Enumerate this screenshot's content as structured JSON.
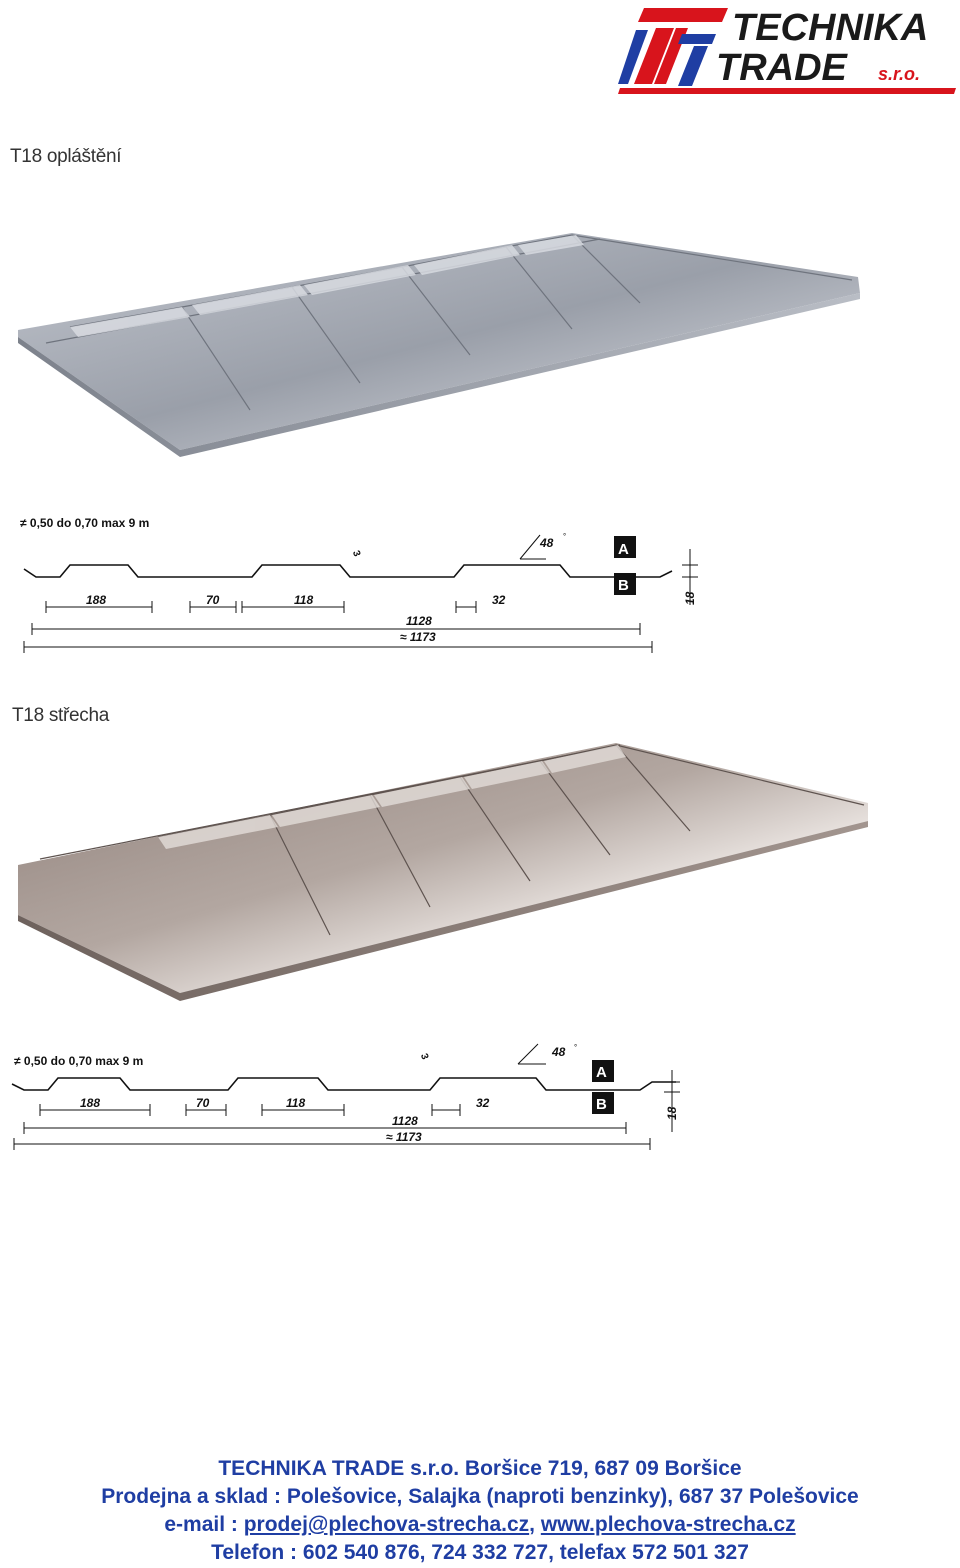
{
  "logo": {
    "line1": "TECHNIKA",
    "line2": "TRADE",
    "suffix": "s.r.o.",
    "colors": {
      "red": "#d8141c",
      "blue": "#1f3ea3",
      "dark": "#1a1a1a"
    }
  },
  "products": [
    {
      "title": "T18 opláštění",
      "spec": "≠ 0,50 do 0,70 max 9 m",
      "dims": {
        "rib_pitch": "188",
        "top": "70",
        "bottom": "118",
        "edge": "32",
        "covering": "1128",
        "total": "≈ 1173",
        "height": "18",
        "angle": "48",
        "radius": "3",
        "side_a": "A",
        "side_b": "B"
      },
      "sheet_color": "#9ea3ae"
    },
    {
      "title": "T18 střecha",
      "spec": "≠ 0,50 do 0,70   max 9 m",
      "dims": {
        "rib_pitch": "188",
        "top": "70",
        "bottom": "118",
        "edge": "32",
        "covering": "1128",
        "total": "≈ 1173",
        "height": "18",
        "angle": "48",
        "radius": "3",
        "side_a": "A",
        "side_b": "B"
      },
      "sheet_color": "#9c8f89"
    }
  ],
  "footer": {
    "line1": "TECHNIKA TRADE s.r.o. Boršice 719, 687 09 Boršice",
    "line2": "Prodejna a sklad : Polešovice, Salajka (naproti benzinky), 687 37 Polešovice",
    "email_label": "e-mail :",
    "email": "prodej@plechova-strecha.cz",
    "separator": ",",
    "web": "www.plechova-strecha.cz",
    "line4": "Telefon : 602 540 876, 724 332 727, telefax 572 501 327"
  }
}
